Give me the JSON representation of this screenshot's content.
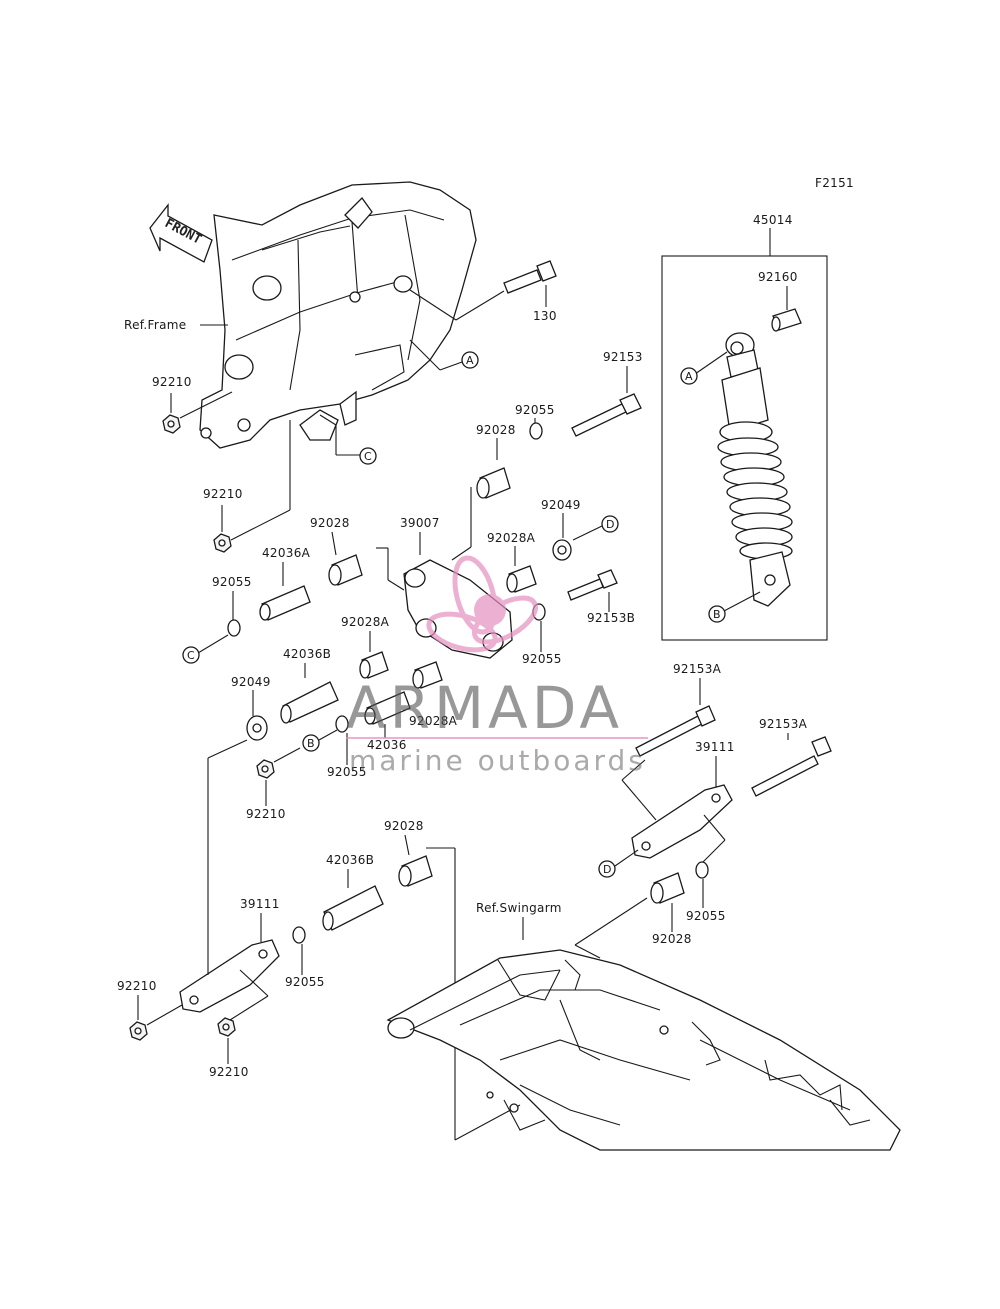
{
  "diagram_id": "F2151",
  "front_label": "FRONT",
  "refs": {
    "frame": "Ref.Frame",
    "swingarm": "Ref.Swingarm"
  },
  "callouts": [
    "A",
    "B",
    "C",
    "D"
  ],
  "watermark": {
    "title": "ARMADA",
    "subtitle": "marine outboards",
    "logo_color": "#e58fc0"
  },
  "labels": {
    "p45014": "45014",
    "p92160": "92160",
    "p130": "130",
    "p92153": "92153",
    "p92055_a": "92055",
    "p92028_a": "92028",
    "p92049_a": "92049",
    "p92028A_a": "92028A",
    "p39007": "39007",
    "p92153B": "92153B",
    "p92028_b": "92028",
    "p42036A": "42036A",
    "p92055_b": "92055",
    "p92028A_b": "92028A",
    "p92055_c": "92055",
    "p42036B_a": "42036B",
    "p92049_b": "92049",
    "p92028A_c": "92028A",
    "p42036": "42036",
    "p92055_d": "92055",
    "p92210_a": "92210",
    "p92210_b": "92210",
    "p92210_c": "92210",
    "p92153A_a": "92153A",
    "p92153A_b": "92153A",
    "p39111_a": "39111",
    "p92055_e": "92055",
    "p92028_c": "92028",
    "p92028_d": "92028",
    "p42036B_b": "42036B",
    "p39111_b": "39111",
    "p92055_f": "92055",
    "p92210_d": "92210",
    "p92210_e": "92210"
  }
}
